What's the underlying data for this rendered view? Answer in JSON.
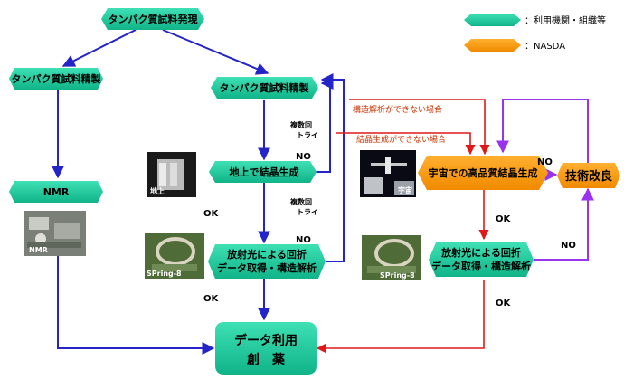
{
  "legend": {
    "org_label": "：利用機関・組織等",
    "nasda_label": "：NASDA",
    "org_color": "#1ec89a",
    "nasda_color": "#ff9900"
  },
  "nodes": {
    "discovery": "タンパク質試料発現",
    "purify_left": "タンパク質試料精製",
    "purify_center": "タンパク質試料精製",
    "nmr": "NMR",
    "ground_crystal": "地上で結晶生成",
    "xray_center_1": "放射光による回折",
    "xray_center_2": "データ取得・構造解析",
    "space_crystal": "宇宙での高品質結晶生成",
    "tech_improve": "技術改良",
    "xray_right_1": "放射光による回折",
    "xray_right_2": "データ取得・構造解析",
    "data_use_1": "データ利用",
    "data_use_2": "創　薬"
  },
  "labels": {
    "retry_1a": "複数回",
    "retry_1b": "トライ",
    "retry_2a": "複数回",
    "retry_2b": "トライ",
    "no_1": "NO",
    "no_2": "NO",
    "no_3": "NO",
    "no_4": "NO",
    "ok_1": "OK",
    "ok_2": "OK",
    "ok_3": "OK",
    "ok_4": "OK",
    "structure_fail": "構造解析ができない場合",
    "crystal_fail": "結晶生成ができない場合"
  },
  "photos": {
    "nmr_caption": "NMR",
    "ground_caption": "地上",
    "spring8_center_caption": "SPring-8",
    "space_caption": "宇宙",
    "spring8_right_caption": "SPring-8"
  },
  "colors": {
    "blue_arrow": "#2424c8",
    "red_arrow": "#e01818",
    "purple_arrow": "#9933ee"
  }
}
